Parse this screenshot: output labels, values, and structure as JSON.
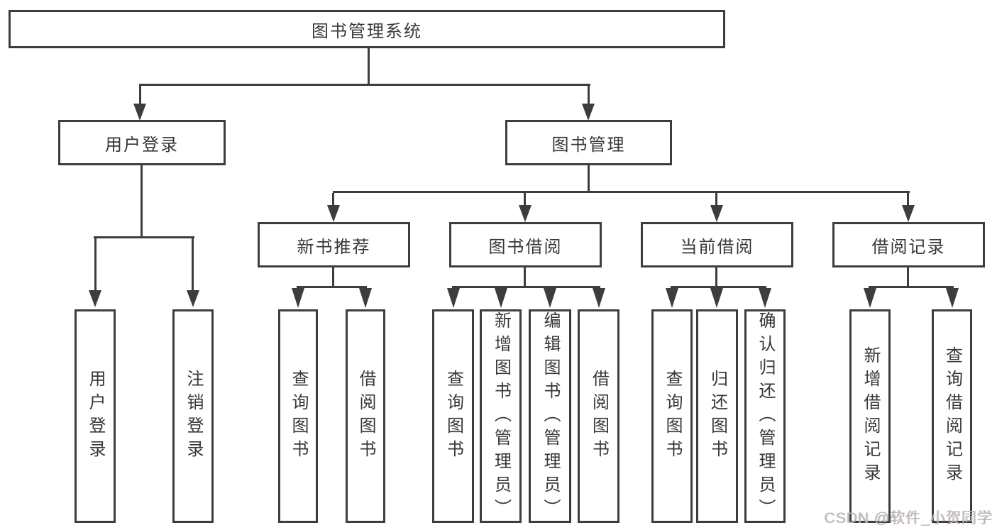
{
  "diagram": {
    "root": {
      "label": "图书管理系统"
    },
    "level2": [
      {
        "id": "user-login",
        "label": "用户登录"
      },
      {
        "id": "book-management",
        "label": "图书管理"
      }
    ],
    "level3": [
      {
        "id": "new-book-recommend",
        "label": "新书推荐"
      },
      {
        "id": "book-borrow",
        "label": "图书借阅"
      },
      {
        "id": "current-borrow",
        "label": "当前借阅"
      },
      {
        "id": "borrow-record",
        "label": "借阅记录"
      }
    ],
    "leaves": [
      {
        "parent": "用户登录",
        "items": [
          "用户登录",
          "注销登录"
        ]
      },
      {
        "parent": "新书推荐",
        "items": [
          "查询图书",
          "借阅图书"
        ]
      },
      {
        "parent": "图书借阅",
        "items": [
          "查询图书",
          "新增图书（管理员）",
          "编辑图书（管理员）",
          "借阅图书"
        ]
      },
      {
        "parent": "当前借阅",
        "items": [
          "查询图书",
          "归还图书",
          "确认归还（管理员）"
        ]
      },
      {
        "parent": "借阅记录",
        "items": [
          "新增借阅记录",
          "查询借阅记录"
        ]
      }
    ],
    "watermark": "CSDN @软件_小贺同学",
    "colors": {
      "line": "#3d3d3d",
      "text": "#383838",
      "background": "#ffffff",
      "watermark": "#b9b9b9"
    }
  }
}
